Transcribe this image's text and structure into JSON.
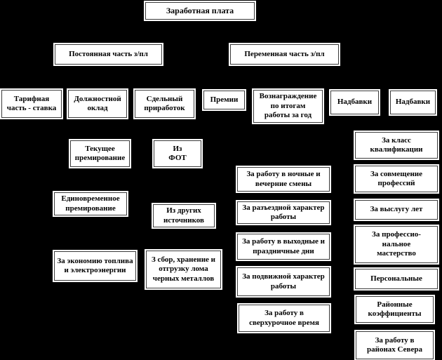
{
  "diagram": {
    "title": "Заработная плата",
    "colors": {
      "background": "#000000",
      "box_fill": "#ffffff",
      "box_border": "#3b3b3b",
      "text": "#000000"
    },
    "nodes": [
      {
        "id": "total-wages",
        "label": "Заработная плата"
      },
      {
        "id": "fixed-part",
        "label": "Постоянная часть з/пл"
      },
      {
        "id": "variable-part",
        "label": "Переменная часть з/пл"
      },
      {
        "id": "tariff-rate",
        "label": "Тарифная\nчасть - ставка"
      },
      {
        "id": "official-salary",
        "label": "Должностной\nоклад"
      },
      {
        "id": "piecework-earnings",
        "label": "Сдельный\nприработок"
      },
      {
        "id": "bonuses",
        "label": "Премии"
      },
      {
        "id": "annual-results-reward",
        "label": "Вознаграждение\nпо итогам\nработы за год"
      },
      {
        "id": "allowances-1",
        "label": "Надбавки"
      },
      {
        "id": "allowances-2",
        "label": "Надбавки"
      },
      {
        "id": "current-bonus",
        "label": "Текущее\nпремирование"
      },
      {
        "id": "from-payroll-fund",
        "label": "Из\nФОТ"
      },
      {
        "id": "qualification-class",
        "label": "За класс\nквалификации"
      },
      {
        "id": "night-evening-shifts",
        "label": "За работу в ночные и\nвечерние смены"
      },
      {
        "id": "combining-professions",
        "label": "За совмещение\nпрофессий"
      },
      {
        "id": "one-time-bonus",
        "label": "Единовременное\nпремирование"
      },
      {
        "id": "other-sources",
        "label": "Из других\nисточников"
      },
      {
        "id": "traveling-work",
        "label": "За разъездной характер\nработы"
      },
      {
        "id": "seniority",
        "label": "За выслугу лет"
      },
      {
        "id": "weekend-holiday-work",
        "label": "За работу в выходные и\nпраздничные дни"
      },
      {
        "id": "professional-skill",
        "label": "За профессио-\nнальное\nмастерство"
      },
      {
        "id": "fuel-energy-saving",
        "label": "За экономию топлива\nи электроэнергии"
      },
      {
        "id": "scrap-metal",
        "label": "З сбор, хранение и\nотгрузку лома\nчерных металлов"
      },
      {
        "id": "mobile-work",
        "label": "За подвижной характер\nработы"
      },
      {
        "id": "personal",
        "label": "Персональные"
      },
      {
        "id": "overtime-work",
        "label": "За работу в\nсверхурочное время"
      },
      {
        "id": "regional-coefficients",
        "label": "Районные\nкоэффициенты"
      },
      {
        "id": "north-regions",
        "label": "За работу в\nрайонах Севера"
      }
    ]
  }
}
